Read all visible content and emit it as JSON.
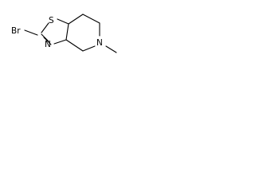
{
  "molecule": {
    "atoms": {
      "br": "Br",
      "s": "S",
      "n_thiazole": "N",
      "n_ring": "N"
    }
  },
  "colors": {
    "background": "#ffffff",
    "bond": "#000000",
    "label": "#000000"
  }
}
